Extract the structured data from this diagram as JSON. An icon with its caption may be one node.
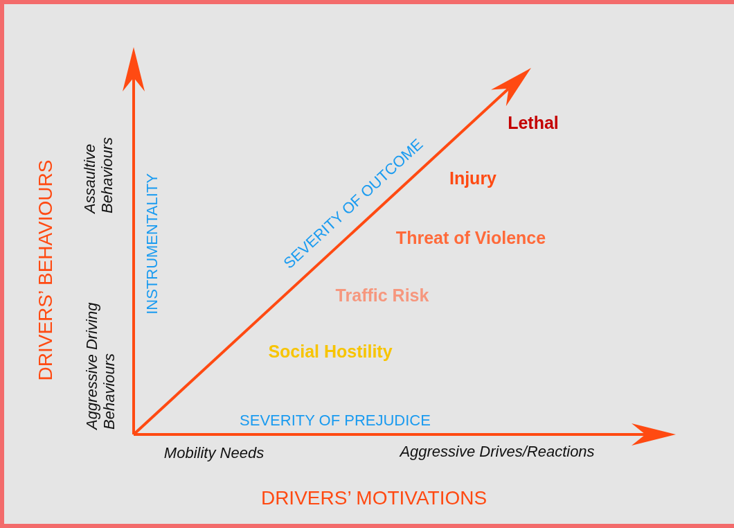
{
  "diagram": {
    "labels": [
      "DRIVERS’ BEHAVIOURS",
      "Assaultive Behaviours",
      "Aggressive Driving Behaviours",
      "INSTRUMENTALITY",
      "SEVERITY OF OUTCOME",
      "Lethal",
      "Injury",
      "Threat of Violence",
      "Traffic Risk",
      "Social Hostility",
      "SEVERITY OF PREJUDICE",
      "Mobility Needs",
      "Aggressive Drives/Reactions",
      "DRIVERS’ MOTIVATIONS"
    ]
  }
}
